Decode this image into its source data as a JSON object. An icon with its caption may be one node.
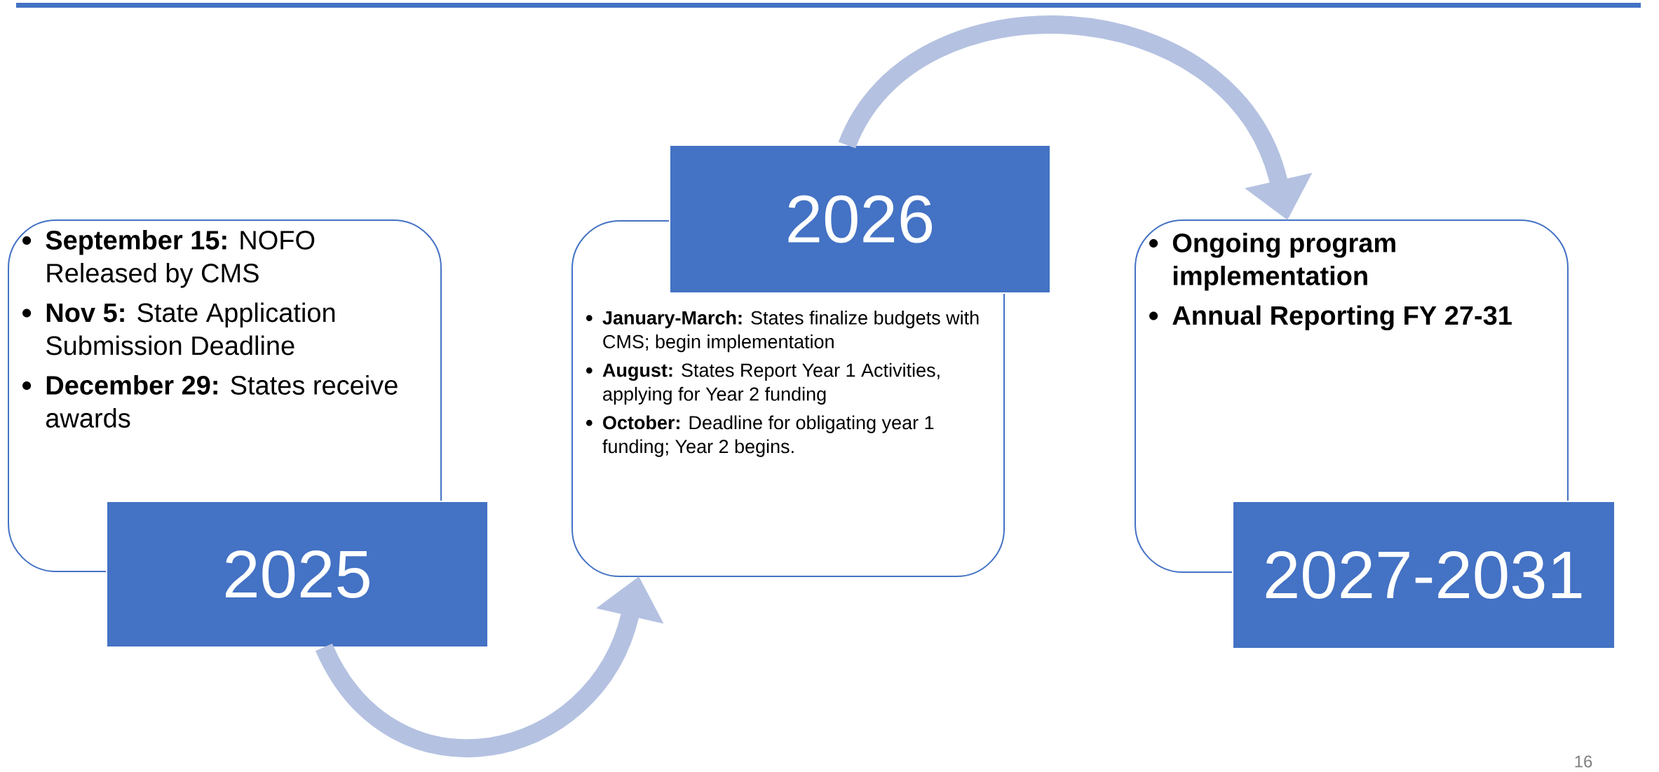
{
  "diagram": {
    "nodes": [
      {
        "text": [
          "**September 15:** NOFO Released by CMS",
          "**Nov 5:** State Application Submission Deadline",
          "**December 29:** States receive awards"
        ]
      },
      {
        "text": [
          "2025"
        ]
      },
      {
        "text": [
          "**January-March:** States finalize budgets with CMS; begin implementation",
          "**August:** States Report Year 1 Activities, applying for Year 2 funding",
          "**October:** Deadline for obligating year 1 funding; Year 2 begins."
        ]
      },
      {
        "text": [
          "2026"
        ]
      },
      {
        "text": [
          "Ongoing program implementation",
          "Annual Reporting FY 27-31"
        ]
      },
      {
        "text": [
          "2027-2031"
        ]
      }
    ],
    "edges": [
      {
        "from": 1,
        "to": 2,
        "arrow": "to"
      },
      {
        "from": 3,
        "to": 4,
        "arrow": "to"
      }
    ],
    "labels": [
      "16"
    ]
  }
}
